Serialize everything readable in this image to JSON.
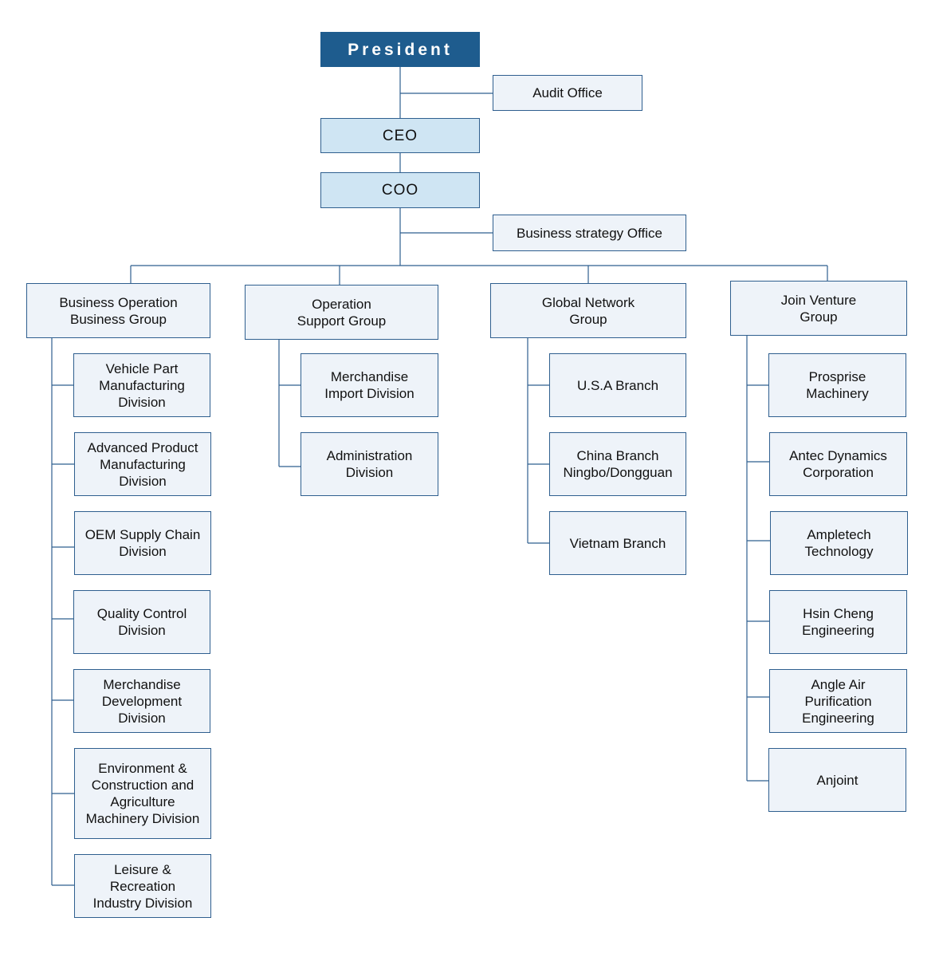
{
  "colors": {
    "line": "#2f5f8f",
    "box_fill": "#eef3f9",
    "mid_fill": "#cfe5f3",
    "top_fill": "#1e5c8e"
  },
  "president": "President",
  "audit_office": "Audit Office",
  "ceo": "CEO",
  "coo": "COO",
  "strategy_office": "Business strategy Office",
  "groups": [
    {
      "name": "Business Operation\nBusiness Group",
      "units": [
        "Vehicle Part\nManufacturing\nDivision",
        "Advanced Product\nManufacturing\nDivision",
        "OEM Supply Chain\nDivision",
        "Quality Control\nDivision",
        "Merchandise\nDevelopment\nDivision",
        "Environment &\nConstruction and\nAgriculture\nMachinery Division",
        "Leisure &\nRecreation\nIndustry Division"
      ]
    },
    {
      "name": "Operation\nSupport Group",
      "units": [
        "Merchandise\nImport Division",
        "Administration\nDivision"
      ]
    },
    {
      "name": "Global Network\nGroup",
      "units": [
        "U.S.A Branch",
        "China Branch\nNingbo/Dongguan",
        "Vietnam Branch"
      ]
    },
    {
      "name": "Join Venture\nGroup",
      "units": [
        "Prosprise\nMachinery",
        "Antec Dynamics\nCorporation",
        "Ampletech\nTechnology",
        "Hsin Cheng\nEngineering",
        "Angle Air\nPurification\nEngineering",
        "Anjoint"
      ]
    }
  ]
}
